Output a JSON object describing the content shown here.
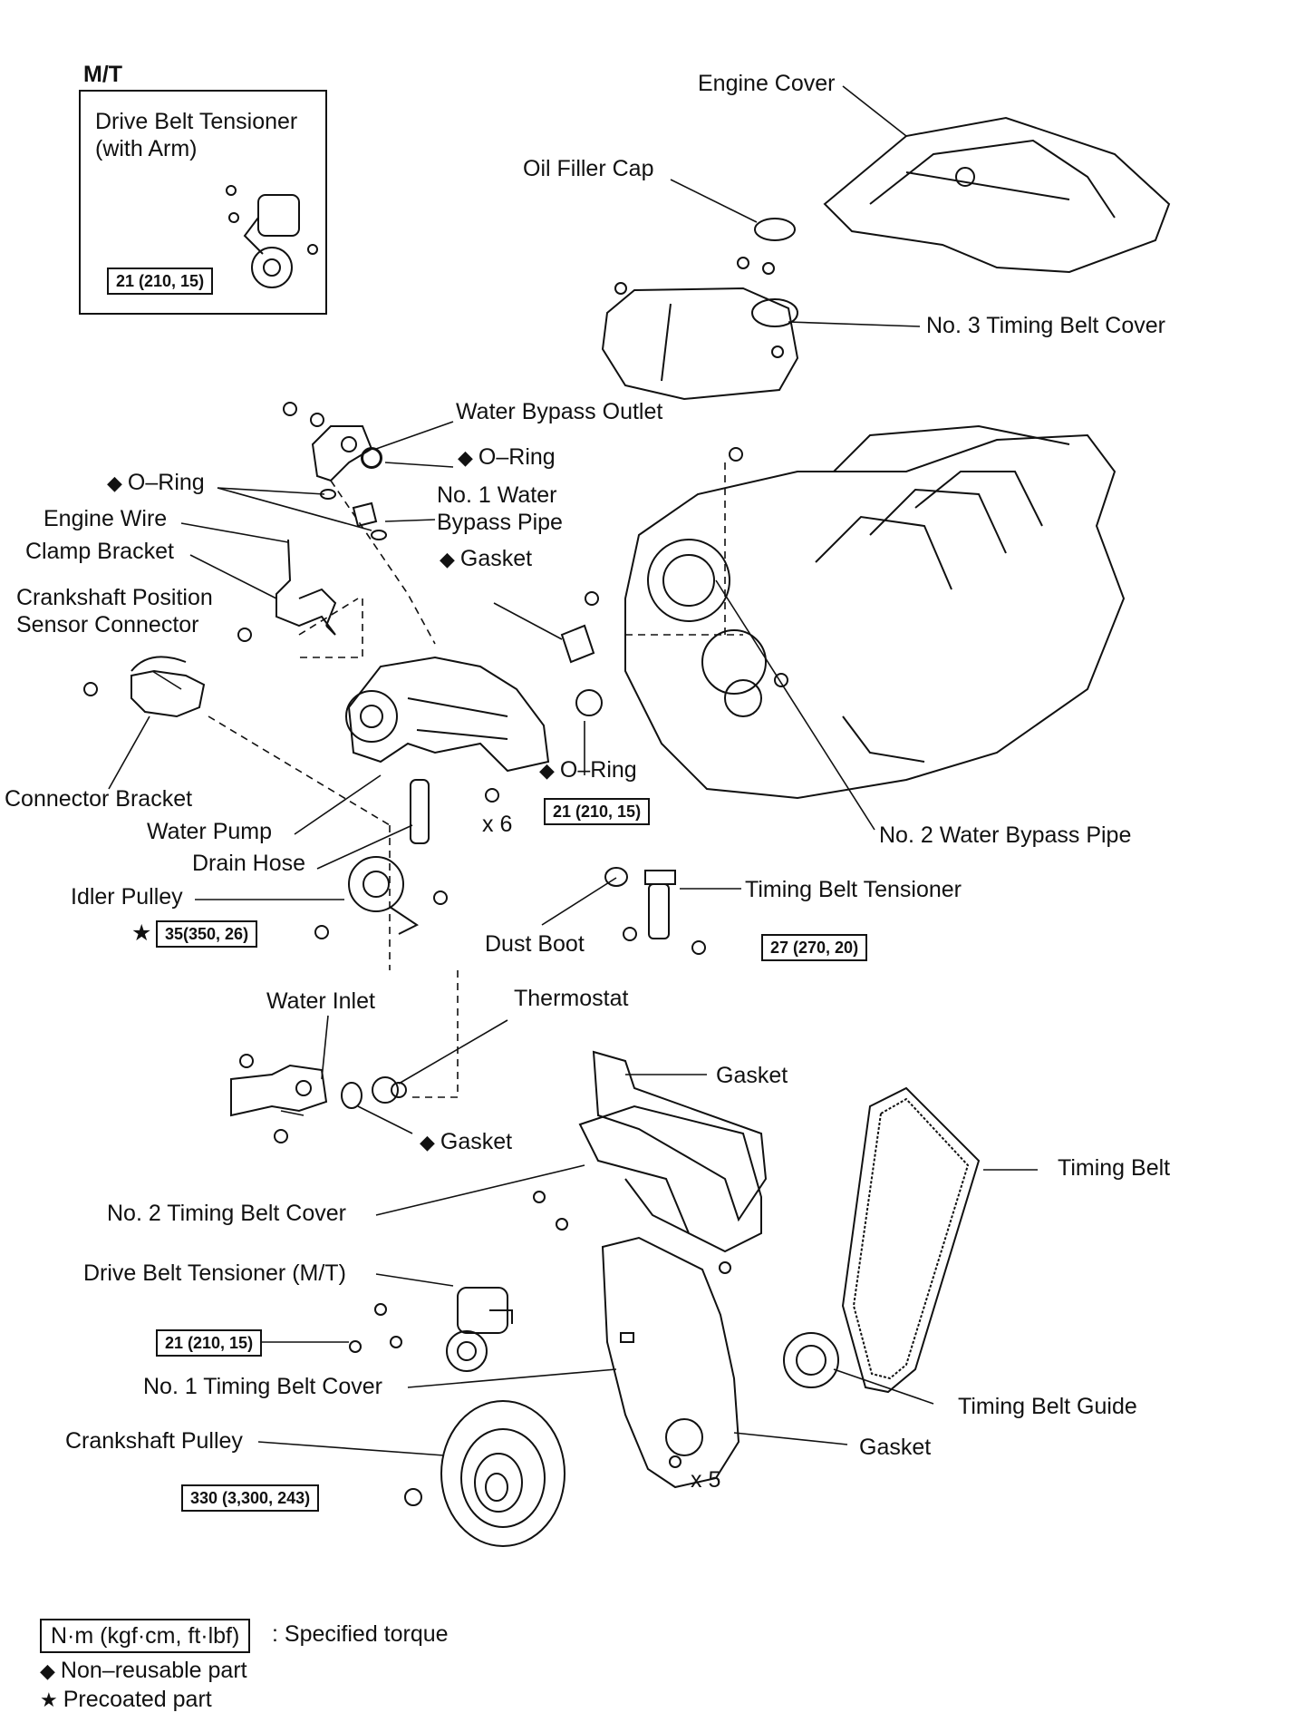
{
  "inset": {
    "heading": "M/T",
    "title_line1": "Drive Belt Tensioner",
    "title_line2": "(with Arm)",
    "torque": "21 (210, 15)"
  },
  "labels": {
    "engine_cover": "Engine Cover",
    "oil_filler_cap": "Oil Filler Cap",
    "no3_timing_belt_cover": "No. 3 Timing Belt Cover",
    "water_bypass_outlet": "Water Bypass Outlet",
    "o_ring_1": "O–Ring",
    "o_ring_2": "O–Ring",
    "no1_water_bypass_pipe_line1": "No. 1  Water",
    "no1_water_bypass_pipe_line2": "Bypass Pipe",
    "engine_wire": "Engine Wire",
    "clamp_bracket": "Clamp Bracket",
    "gasket_1": "Gasket",
    "crank_sensor_line1": "Crankshaft Position",
    "crank_sensor_line2": "Sensor Connector",
    "o_ring_3": "O–Ring",
    "connector_bracket": "Connector Bracket",
    "water_pump": "Water Pump",
    "x6": "x 6",
    "no2_water_bypass_pipe": "No. 2 Water Bypass Pipe",
    "drain_hose": "Drain Hose",
    "idler_pulley": "Idler Pulley",
    "timing_belt_tensioner": "Timing Belt Tensioner",
    "dust_boot": "Dust Boot",
    "water_inlet": "Water Inlet",
    "thermostat": "Thermostat",
    "gasket_2": "Gasket",
    "gasket_3": "Gasket",
    "timing_belt": "Timing Belt",
    "no2_timing_belt_cover": "No. 2 Timing Belt Cover",
    "drive_belt_tensioner_mt": "Drive Belt Tensioner (M/T)",
    "no1_timing_belt_cover": "No. 1 Timing Belt Cover",
    "timing_belt_guide": "Timing Belt Guide",
    "crankshaft_pulley": "Crankshaft Pulley",
    "gasket_4": "Gasket",
    "x5": "x 5"
  },
  "torques": {
    "water_pump": "21 (210, 15)",
    "idler_pulley": "35(350, 26)",
    "timing_belt_tensioner": "27 (270, 20)",
    "drive_belt_tensioner": "21 (210, 15)",
    "crankshaft_pulley": "330 (3,300, 243)"
  },
  "symbols": {
    "non_reusable": "◆",
    "precoated": "★"
  },
  "legend": {
    "torque_box": "N·m (kgf·cm, ft·lbf)",
    "torque_desc": ": Specified torque",
    "non_reusable": "Non–reusable part",
    "precoated": "Precoated part"
  }
}
